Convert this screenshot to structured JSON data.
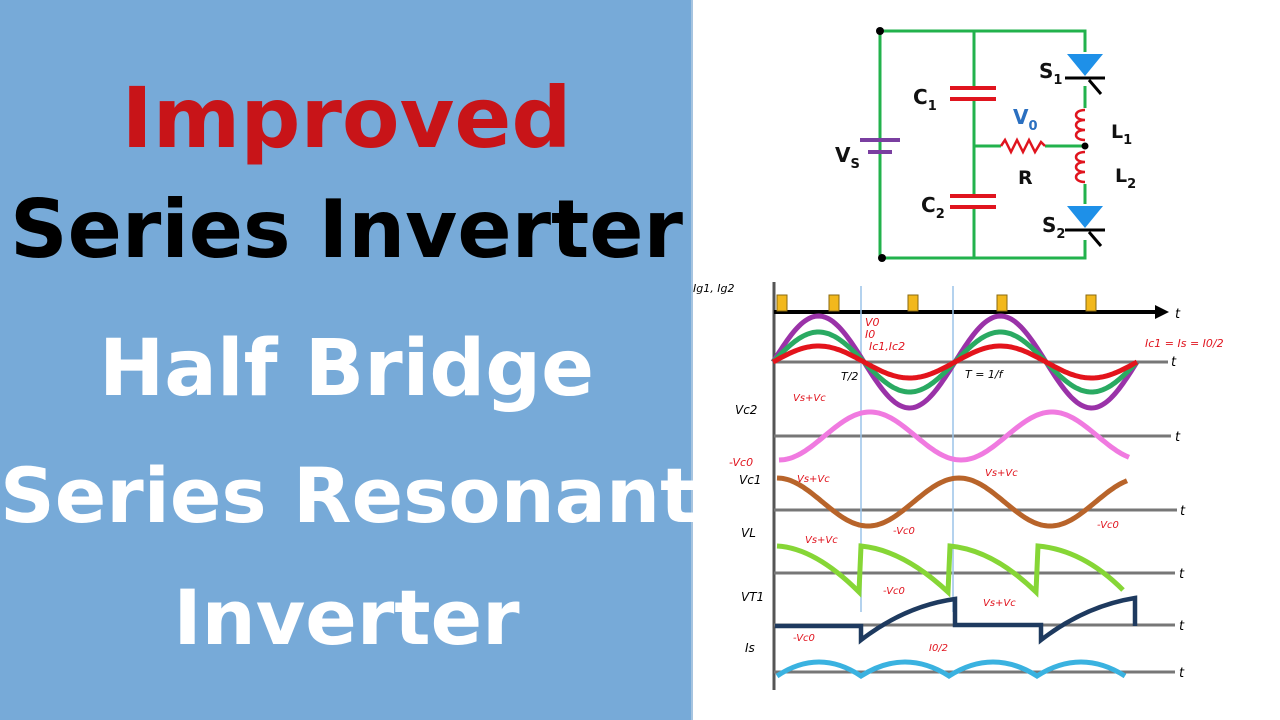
{
  "title": {
    "line1": "Improved",
    "line2": "Series Inverter",
    "line3": "Half Bridge",
    "line4": "Series Resonant",
    "line5": "Inverter"
  },
  "colors": {
    "panel_bg": "#77aad8",
    "improved": "#c81418",
    "series_inverter": "#000000",
    "subtitle": "#ffffff",
    "wire": "#22b24c",
    "capacitor": "#e0141e",
    "thyristor": "#1e90e8",
    "battery": "#7a3fa0",
    "annotation": "#e0141e"
  },
  "circuit": {
    "vs": "V",
    "vs_sub": "S",
    "c1": "C",
    "c1_sub": "1",
    "c2": "C",
    "c2_sub": "2",
    "v0": "V",
    "v0_sub": "0",
    "r": "R",
    "s1": "S",
    "s1_sub": "1",
    "s2": "S",
    "s2_sub": "2",
    "l1": "L",
    "l1_sub": "1",
    "l2": "L",
    "l2_sub": "2"
  },
  "waveforms": {
    "row_labels": [
      "Ig1, Ig2",
      "Vc2",
      "-Vc0",
      "Vc1",
      "VL",
      "VT1",
      "Is"
    ],
    "axis_t": "t",
    "notes": {
      "v0": "V0",
      "i0": "I0",
      "ic": "Ic1,Ic2",
      "t_half": "T/2",
      "t_period": "T = 1/f",
      "ic_eq": "Ic1 = Is = I0/2",
      "vs_vc": "Vs+Vc",
      "neg_vc0": "-Vc0",
      "i0_half": "I0/2"
    }
  }
}
